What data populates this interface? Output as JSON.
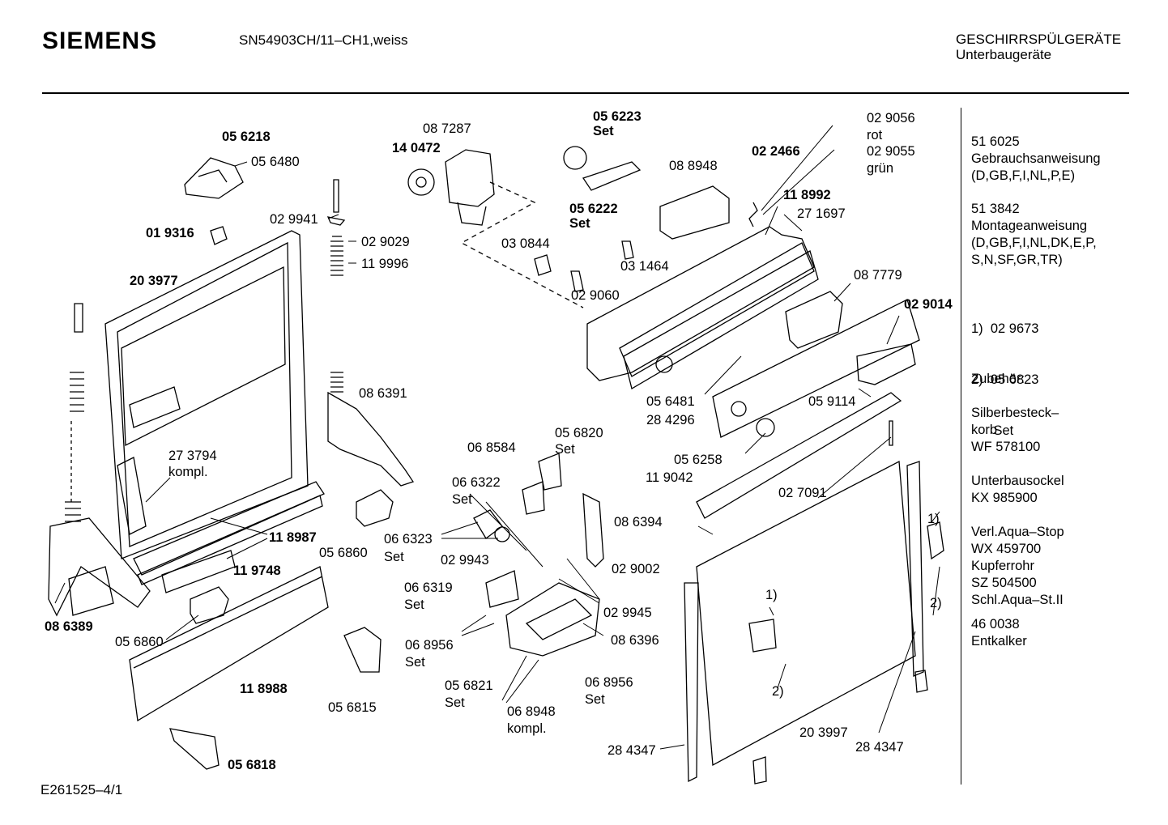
{
  "header": {
    "brand": "SIEMENS",
    "model": "SN54903CH/11–CH1,weiss",
    "category": "GESCHIRRSPÜLGERÄTE",
    "subcategory": "Unterbaugeräte"
  },
  "footer": {
    "code": "E261525–4/1"
  },
  "labels": [
    {
      "id": "l056218",
      "text": "05 6218",
      "bold": true
    },
    {
      "id": "l056480",
      "text": "05 6480",
      "bold": false
    },
    {
      "id": "l029941",
      "text": "02 9941",
      "bold": false
    },
    {
      "id": "l019316",
      "text": "01 9316",
      "bold": true
    },
    {
      "id": "l029029",
      "text": "02 9029",
      "bold": false
    },
    {
      "id": "l119996",
      "text": "11 9996",
      "bold": false
    },
    {
      "id": "l203977",
      "text": "20 3977",
      "bold": true
    },
    {
      "id": "l087287",
      "text": "08 7287",
      "bold": false
    },
    {
      "id": "l140472",
      "text": "14 0472",
      "bold": true
    },
    {
      "id": "l056223",
      "text": "05 6223",
      "bold": true
    },
    {
      "id": "l056223s",
      "text": "Set",
      "bold": true
    },
    {
      "id": "l056222",
      "text": "05 6222",
      "bold": true
    },
    {
      "id": "l056222s",
      "text": "Set",
      "bold": true
    },
    {
      "id": "l030844",
      "text": "03 0844",
      "bold": false
    },
    {
      "id": "l029060",
      "text": "02 9060",
      "bold": false
    },
    {
      "id": "l031464",
      "text": "03 1464",
      "bold": false
    },
    {
      "id": "l088948",
      "text": "08 8948",
      "bold": false
    },
    {
      "id": "l022466",
      "text": "02 2466",
      "bold": true
    },
    {
      "id": "l029056",
      "text": "02 9056",
      "bold": false
    },
    {
      "id": "lrot",
      "text": "rot",
      "bold": false
    },
    {
      "id": "l029055",
      "text": "02 9055",
      "bold": false
    },
    {
      "id": "lgruen",
      "text": "grün",
      "bold": false
    },
    {
      "id": "l118992",
      "text": "11 8992",
      "bold": true
    },
    {
      "id": "l271697",
      "text": "27 1697",
      "bold": false
    },
    {
      "id": "l087779",
      "text": "08 7779",
      "bold": false
    },
    {
      "id": "l029014",
      "text": "02 9014",
      "bold": true
    },
    {
      "id": "l086391",
      "text": "08 6391",
      "bold": false
    },
    {
      "id": "l056481",
      "text": "05 6481",
      "bold": false
    },
    {
      "id": "l284296",
      "text": "28 4296",
      "bold": false
    },
    {
      "id": "l059114",
      "text": "05 9114",
      "bold": false
    },
    {
      "id": "l273794",
      "text": "27 3794",
      "bold": false
    },
    {
      "id": "lkompl1",
      "text": "kompl.",
      "bold": false
    },
    {
      "id": "l068584",
      "text": "06 8584",
      "bold": false
    },
    {
      "id": "l056820",
      "text": "05 6820",
      "bold": false
    },
    {
      "id": "l056820s",
      "text": "Set",
      "bold": false
    },
    {
      "id": "l066322",
      "text": "06 6322",
      "bold": false
    },
    {
      "id": "l066322s",
      "text": "Set",
      "bold": false
    },
    {
      "id": "l056258",
      "text": "05 6258",
      "bold": false
    },
    {
      "id": "l119042",
      "text": "11 9042",
      "bold": false
    },
    {
      "id": "l027091",
      "text": "02 7091",
      "bold": false
    },
    {
      "id": "l118987",
      "text": "11 8987",
      "bold": true
    },
    {
      "id": "l056860a",
      "text": "05 6860",
      "bold": false
    },
    {
      "id": "l066323",
      "text": "06 6323",
      "bold": false
    },
    {
      "id": "l066323s",
      "text": "Set",
      "bold": false
    },
    {
      "id": "l086394",
      "text": "08 6394",
      "bold": false
    },
    {
      "id": "l119748",
      "text": "11 9748",
      "bold": true
    },
    {
      "id": "l029943",
      "text": "02 9943",
      "bold": false
    },
    {
      "id": "l029002",
      "text": "02 9002",
      "bold": false
    },
    {
      "id": "l066319",
      "text": "06 6319",
      "bold": false
    },
    {
      "id": "l066319s",
      "text": "Set",
      "bold": false
    },
    {
      "id": "l086389",
      "text": "08 6389",
      "bold": true
    },
    {
      "id": "l056860b",
      "text": "05 6860",
      "bold": false
    },
    {
      "id": "l029945",
      "text": "02 9945",
      "bold": false
    },
    {
      "id": "l068956a",
      "text": "06 8956",
      "bold": false
    },
    {
      "id": "l068956as",
      "text": "Set",
      "bold": false
    },
    {
      "id": "l086396",
      "text": "08 6396",
      "bold": false
    },
    {
      "id": "l056821",
      "text": "05 6821",
      "bold": false
    },
    {
      "id": "l056821s",
      "text": "Set",
      "bold": false
    },
    {
      "id": "l068956b",
      "text": "06 8956",
      "bold": false
    },
    {
      "id": "l068956bs",
      "text": "Set",
      "bold": false
    },
    {
      "id": "l118988",
      "text": "11 8988",
      "bold": true
    },
    {
      "id": "l056815",
      "text": "05 6815",
      "bold": false
    },
    {
      "id": "l068948",
      "text": "06 8948",
      "bold": false
    },
    {
      "id": "lkompl2",
      "text": "kompl.",
      "bold": false
    },
    {
      "id": "l056818",
      "text": "05 6818",
      "bold": true
    },
    {
      "id": "l284347a",
      "text": "28 4347",
      "bold": false
    },
    {
      "id": "l203997",
      "text": "20 3997",
      "bold": false
    },
    {
      "id": "l284347b",
      "text": "28 4347",
      "bold": false
    },
    {
      "id": "lref1a",
      "text": "1)",
      "bold": false
    },
    {
      "id": "lref2a",
      "text": "2)",
      "bold": false
    },
    {
      "id": "lref1b",
      "text": "1)",
      "bold": false
    },
    {
      "id": "lref2b",
      "text": "2)",
      "bold": false
    }
  ],
  "sidebar": {
    "doc1": [
      "51 6025",
      "Gebrauchsanweisung",
      "(D,GB,F,I,NL,P,E)"
    ],
    "doc2": [
      "51 3842",
      "Montageanweisung",
      "(D,GB,F,I,NL,DK,E,P,",
      "S,N,SF,GR,TR)"
    ],
    "refs": [
      "1)  02 9673",
      "2)  05 6823",
      "      Set"
    ],
    "accessories_title": "Zubehör:",
    "acc1": [
      "Silberbesteck–",
      "korb",
      "WF 578100"
    ],
    "acc2": [
      "Unterbausockel",
      "KX 985900"
    ],
    "acc3": [
      "Verl.Aqua–Stop",
      "WX 459700",
      "Kupferrohr",
      "SZ 504500",
      "Schl.Aqua–St.II"
    ],
    "acc4": [
      "46 0038",
      "Entkalker"
    ]
  }
}
